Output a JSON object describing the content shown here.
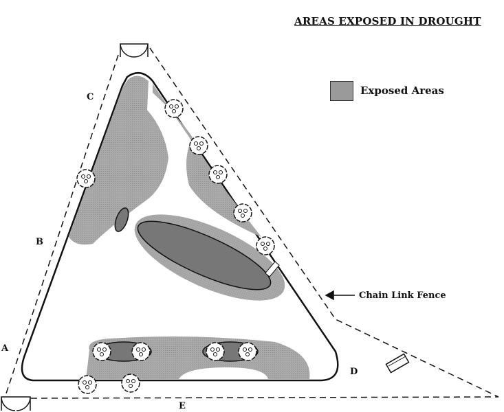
{
  "title": "AREAS EXPOSED IN DROUGHT",
  "legend": {
    "label": "Exposed Areas",
    "color": "#9a9a9a"
  },
  "annotation": "Chain Link Fence",
  "point_labels": {
    "a": "A",
    "b": "B",
    "c": "C",
    "d": "D",
    "e": "E"
  },
  "colors": {
    "exposed": "#a8a8a8",
    "deep": "#7c7c7c",
    "line": "#111111"
  }
}
